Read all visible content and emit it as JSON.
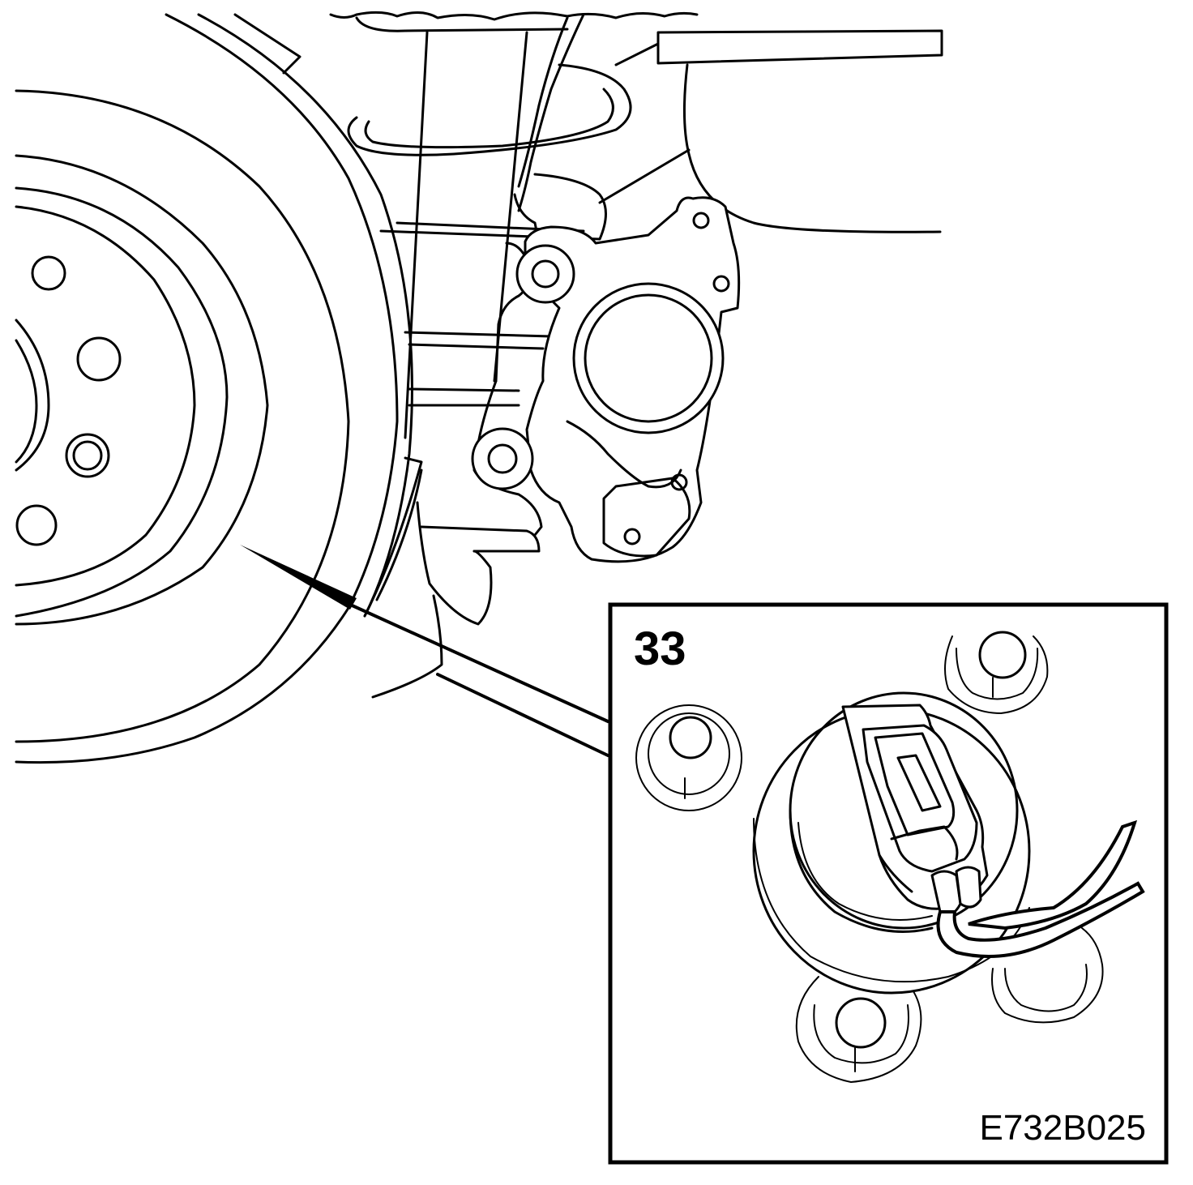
{
  "inset": {
    "label": "33"
  },
  "figure": {
    "code": "E732B025"
  },
  "icons": {
    "main_view": "brake-disc-and-caliper-drawing",
    "detail_view": "wheel-speed-sensor-connector-detail",
    "pointer": "leader-line-arrow"
  }
}
